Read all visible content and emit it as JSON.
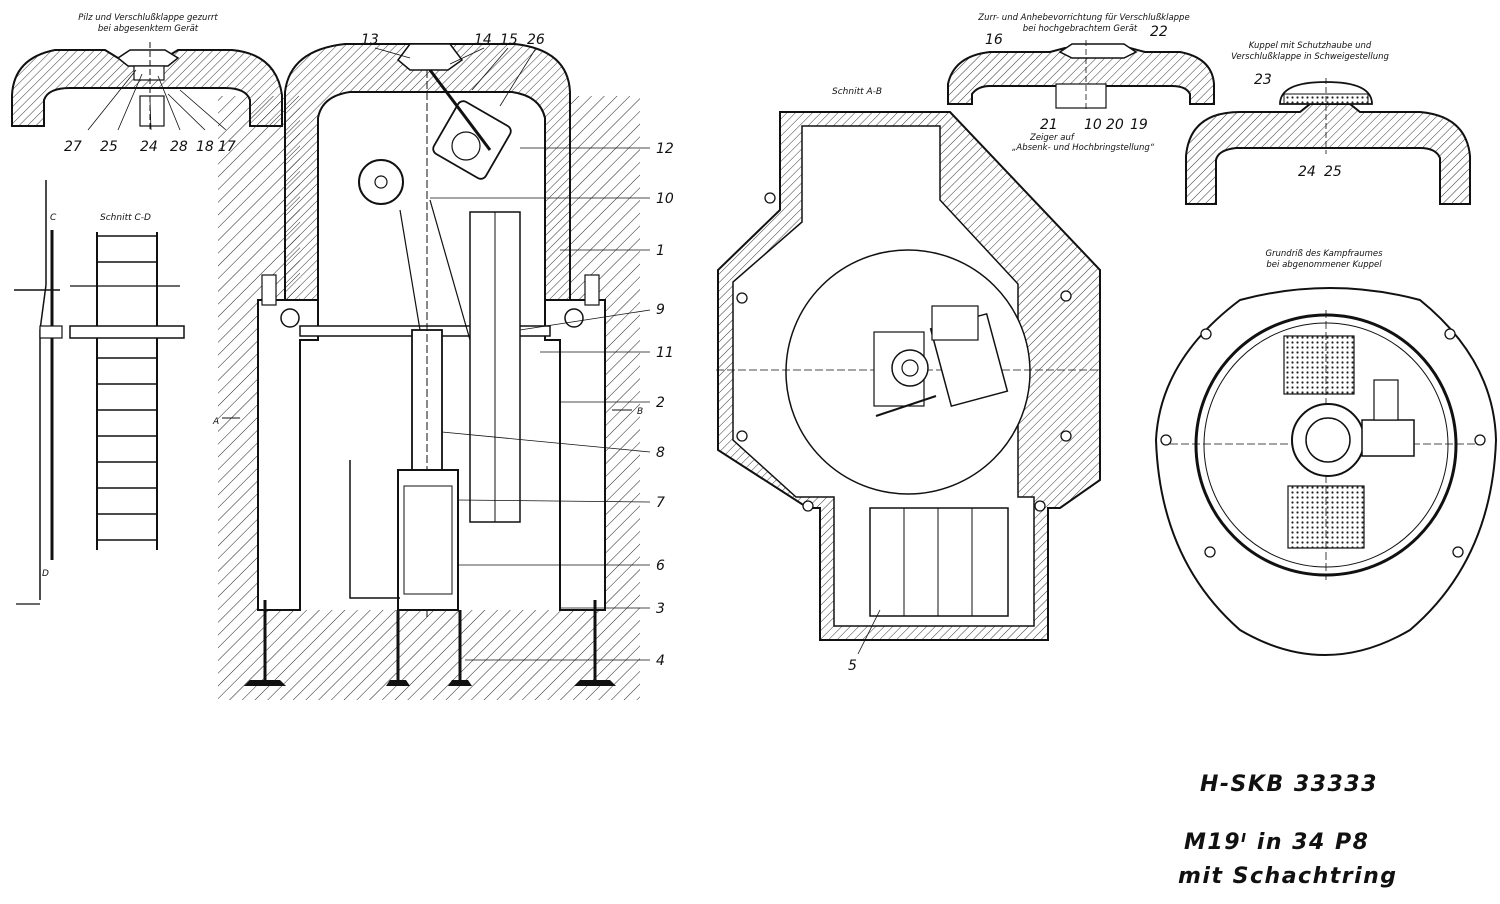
{
  "captions": {
    "top_left": "Pilz und Verschlußklappe gezurrt",
    "top_left_2": "bei abgesenktem Gerät",
    "top_mid": "Zurr- und Anhebevorrichtung für Verschlußklappe",
    "top_mid_2": "bei hochgebrachtem Gerät",
    "top_right": "Kuppel mit Schutzhaube und",
    "top_right_2": "Verschlußklappe in Schweigestellung",
    "pointer": "Zeiger auf",
    "pointer_2": "„Absenk- und Hochbringstellung“",
    "plan": "Grundriß des Kampfraumes",
    "plan_2": "bei abgenommener Kuppel"
  },
  "sections": {
    "ab": "Schnitt A-B",
    "cd": "Schnitt C-D",
    "a": "A",
    "b": "B",
    "c": "C",
    "d": "D"
  },
  "callouts": {
    "n1": "1",
    "n2": "2",
    "n3": "3",
    "n4": "4",
    "n5": "5",
    "n6": "6",
    "n7": "7",
    "n8": "8",
    "n9": "9",
    "n10": "10",
    "n10b": "10",
    "n11": "11",
    "n12": "12",
    "n13": "13",
    "n14": "14",
    "n15": "15",
    "n16": "16",
    "n17": "17",
    "n18": "18",
    "n19": "19",
    "n20": "20",
    "n21": "21",
    "n22": "22",
    "n23": "23",
    "n24": "24",
    "n24b": "24",
    "n25": "25",
    "n25b": "25",
    "n26": "26",
    "n27": "27",
    "n28": "28"
  },
  "title_block": {
    "drawing_id": "H-SKB 33333",
    "line1": "M19ᴵ in 34 P8",
    "line2": "mit Schachtring"
  }
}
